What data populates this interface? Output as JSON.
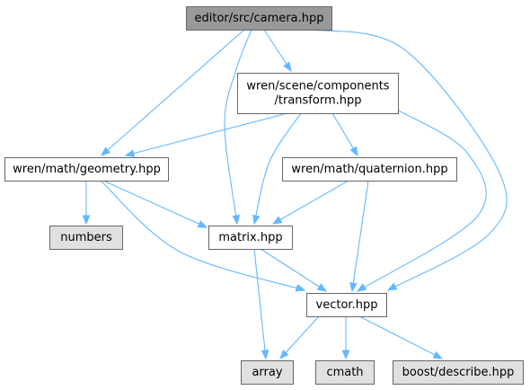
{
  "colors": {
    "edge": "#63b8ff",
    "border": "#666666",
    "root_fill": "#999999",
    "local_fill": "#ffffff",
    "system_fill": "#e0e0e0",
    "text": "#000000"
  },
  "nodes": [
    {
      "id": "camera",
      "kind": "root",
      "lines": [
        "editor/src/camera.hpp"
      ]
    },
    {
      "id": "transform",
      "kind": "local",
      "lines": [
        "wren/scene/components",
        "/transform.hpp"
      ]
    },
    {
      "id": "geometry",
      "kind": "local",
      "lines": [
        "wren/math/geometry.hpp"
      ]
    },
    {
      "id": "quaternion",
      "kind": "local",
      "lines": [
        "wren/math/quaternion.hpp"
      ]
    },
    {
      "id": "numbers",
      "kind": "system",
      "lines": [
        "numbers"
      ]
    },
    {
      "id": "matrix",
      "kind": "local",
      "lines": [
        "matrix.hpp"
      ]
    },
    {
      "id": "vector",
      "kind": "local",
      "lines": [
        "vector.hpp"
      ]
    },
    {
      "id": "array",
      "kind": "system",
      "lines": [
        "array"
      ]
    },
    {
      "id": "cmath",
      "kind": "system",
      "lines": [
        "cmath"
      ]
    },
    {
      "id": "describe",
      "kind": "system",
      "lines": [
        "boost/describe.hpp"
      ]
    }
  ],
  "edges": [
    {
      "from": "camera",
      "to": "transform"
    },
    {
      "from": "camera",
      "to": "geometry"
    },
    {
      "from": "camera",
      "to": "matrix"
    },
    {
      "from": "camera",
      "to": "vector"
    },
    {
      "from": "transform",
      "to": "geometry"
    },
    {
      "from": "transform",
      "to": "matrix"
    },
    {
      "from": "transform",
      "to": "quaternion"
    },
    {
      "from": "transform",
      "to": "vector"
    },
    {
      "from": "geometry",
      "to": "numbers"
    },
    {
      "from": "geometry",
      "to": "matrix"
    },
    {
      "from": "geometry",
      "to": "vector"
    },
    {
      "from": "quaternion",
      "to": "matrix"
    },
    {
      "from": "quaternion",
      "to": "vector"
    },
    {
      "from": "matrix",
      "to": "vector"
    },
    {
      "from": "matrix",
      "to": "array"
    },
    {
      "from": "vector",
      "to": "array"
    },
    {
      "from": "vector",
      "to": "cmath"
    },
    {
      "from": "vector",
      "to": "describe"
    }
  ]
}
